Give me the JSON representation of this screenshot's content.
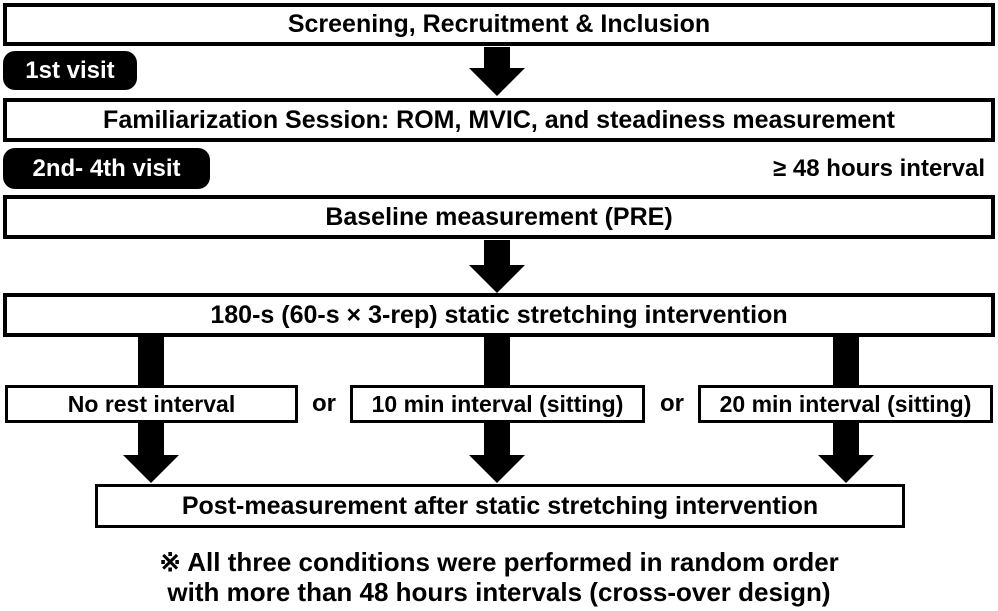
{
  "flowchart": {
    "boxes": {
      "screening": "Screening, Recruitment & Inclusion",
      "familiarization": "Familiarization Session: ROM,  MVIC, and steadiness measurement",
      "baseline": "Baseline measurement (PRE)",
      "intervention": "180-s (60-s × 3-rep) static stretching intervention",
      "post_measurement": "Post-measurement after static stretching intervention"
    },
    "visit_badges": {
      "first": "1st visit",
      "second_fourth": "2nd- 4th visit"
    },
    "interval_note": "≥ 48 hours interval",
    "conditions": [
      {
        "label": "No rest interval"
      },
      {
        "label": "10 min interval (sitting)"
      },
      {
        "label": "20 min interval (sitting)"
      }
    ],
    "or_separator": "or",
    "footnote": {
      "line1": "※ All three conditions were performed in random order",
      "line2": "with more than 48 hours intervals (cross-over design)"
    },
    "colors": {
      "box_border": "#000000",
      "box_fill": "#ffffff",
      "badge_fill": "#000000",
      "badge_text": "#ffffff",
      "arrow": "#000000"
    }
  }
}
